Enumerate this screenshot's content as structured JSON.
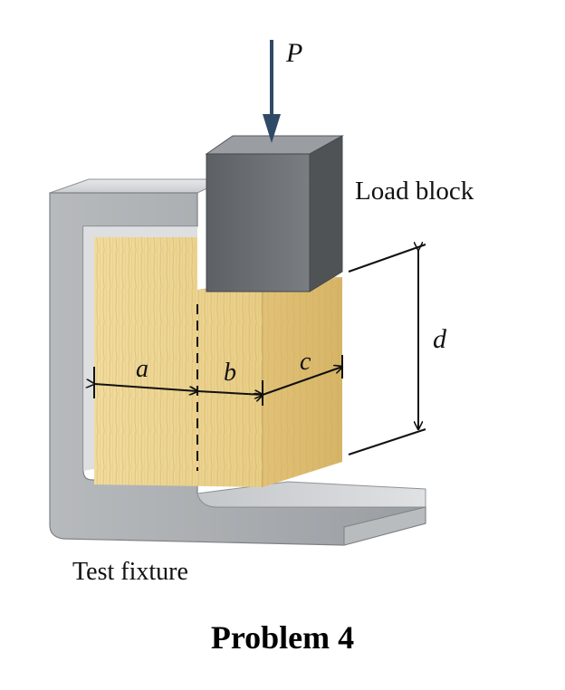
{
  "labels": {
    "load": "P",
    "load_block": "Load block",
    "dim_a": "a",
    "dim_b": "b",
    "dim_c": "c",
    "dim_d": "d",
    "fixture": "Test fixture",
    "caption": "Problem 4"
  },
  "colors": {
    "fixture": "#a9acaf",
    "load_block": "#6f7276",
    "wood": "#e9d08a",
    "arrow": "#2f4a66"
  }
}
